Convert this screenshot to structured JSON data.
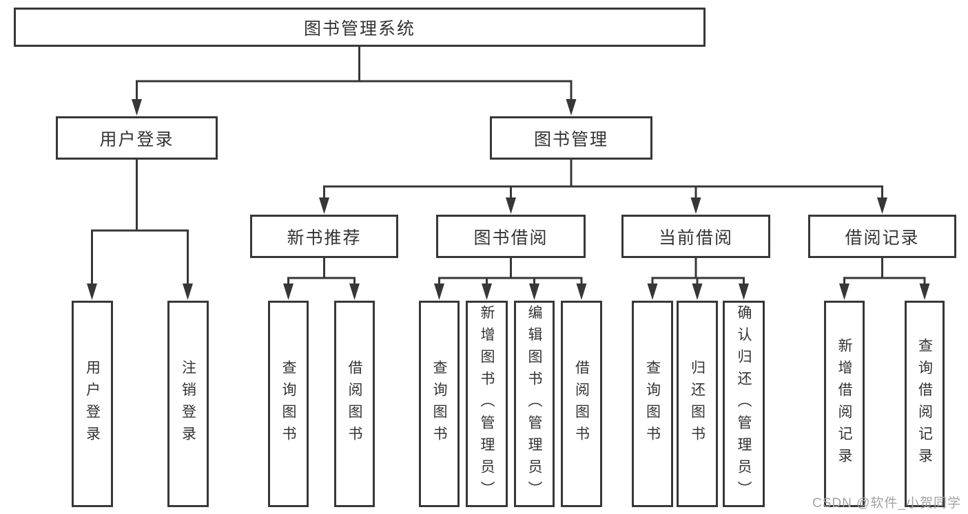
{
  "tree": {
    "root": {
      "label": "图书管理系统"
    },
    "branches": [
      {
        "label": "用户登录",
        "children": [
          {
            "label": "用户登录"
          },
          {
            "label": "注销登录"
          }
        ]
      },
      {
        "label": "图书管理",
        "children": [
          {
            "label": "新书推荐",
            "children": [
              {
                "label": "查询图书"
              },
              {
                "label": "借阅图书"
              }
            ]
          },
          {
            "label": "图书借阅",
            "children": [
              {
                "label": "查询图书"
              },
              {
                "label": "新增图书（管理员）"
              },
              {
                "label": "编辑图书（管理员）"
              },
              {
                "label": "借阅图书"
              }
            ]
          },
          {
            "label": "当前借阅",
            "children": [
              {
                "label": "查询图书"
              },
              {
                "label": "归还图书"
              },
              {
                "label": "确认归还（管理员）"
              }
            ]
          },
          {
            "label": "借阅记录",
            "children": [
              {
                "label": "新增借阅记录"
              },
              {
                "label": "查询借阅记录"
              }
            ]
          }
        ]
      }
    ]
  },
  "watermark": {
    "text": "CSDN @软件_小贺同学"
  },
  "colors": {
    "line": "#373737",
    "text": "#333333",
    "watermark": "#a3a3a3",
    "background": "#ffffff"
  }
}
